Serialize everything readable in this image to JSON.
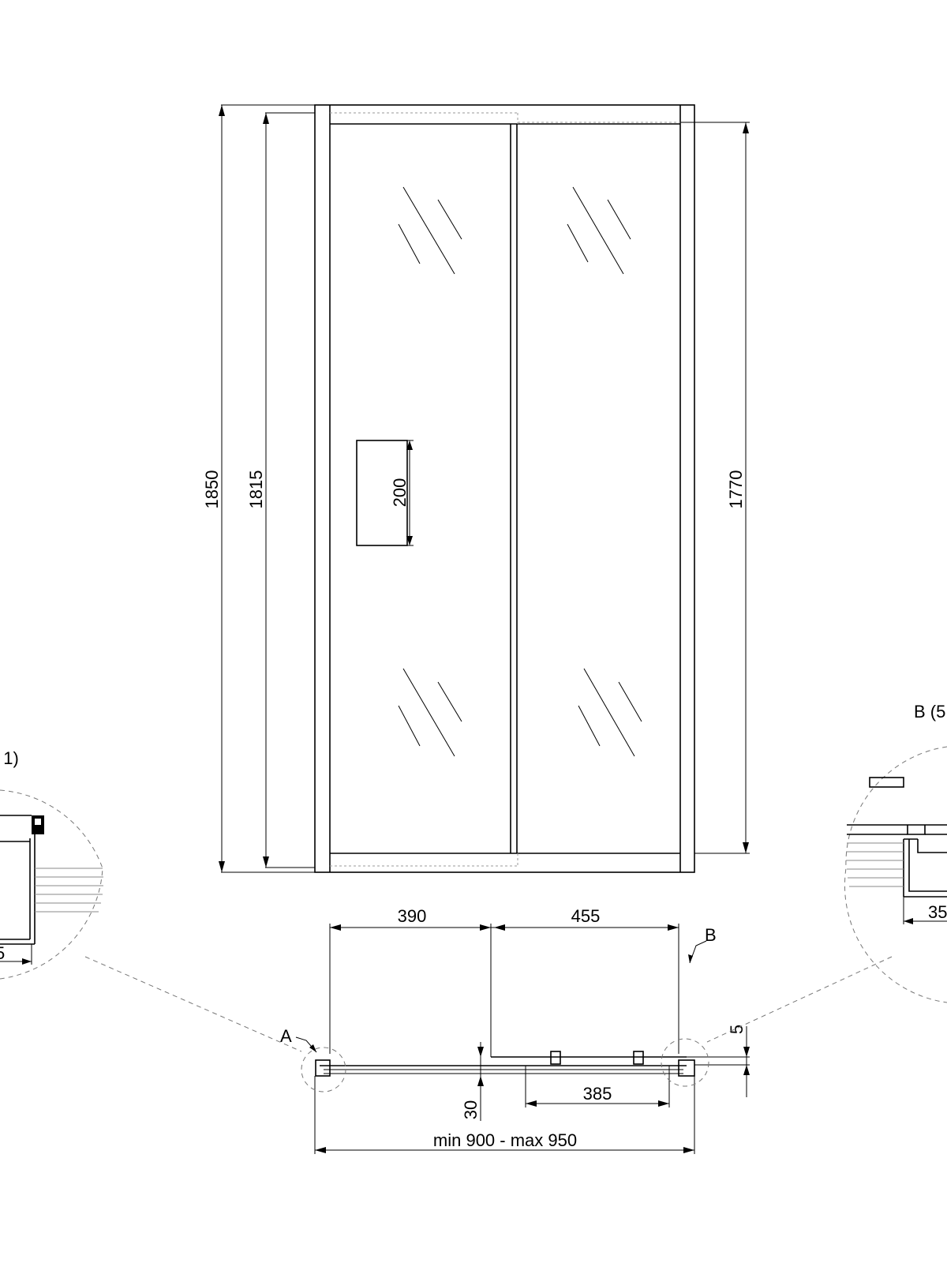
{
  "front_view": {
    "dim_overall_height": "1850",
    "dim_fixed_panel_height": "1815",
    "dim_handle_height": "200",
    "dim_door_height": "1770"
  },
  "plan_view": {
    "dim_left_width": "390",
    "dim_right_width": "455",
    "dim_offset": "5",
    "dim_depth": "30",
    "dim_door_width": "385",
    "dim_total_width": "min 900 - max 950",
    "label_a": "A",
    "label_b": "B"
  },
  "detail_a": {
    "title_partial": ": 1)",
    "dim_partial": "5"
  },
  "detail_b": {
    "title_partial": "B (5",
    "dim_partial": "35"
  }
}
